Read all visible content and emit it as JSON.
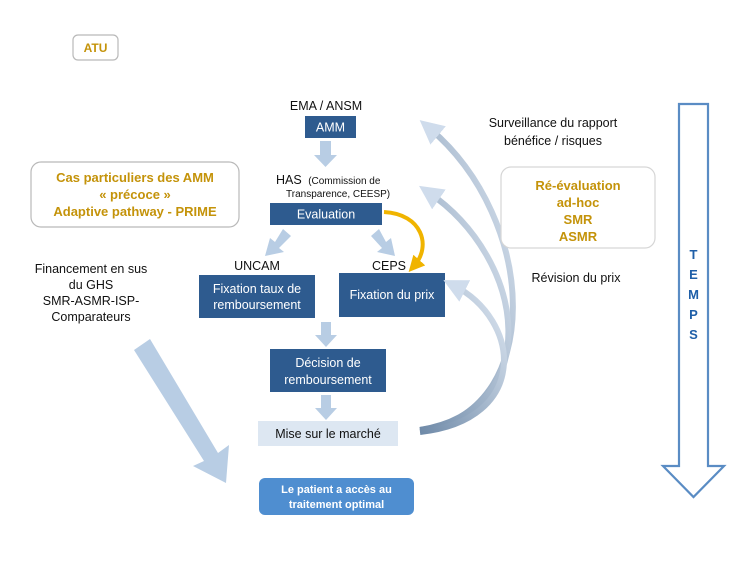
{
  "atu_label": "ATU",
  "special_cases": {
    "line1": "Cas particuliers des AMM",
    "line2": "« précoce »",
    "line3": "Adaptive pathway - PRIME"
  },
  "financing": {
    "line1": "Financement en sus",
    "line2": "du GHS",
    "line3": "SMR-ASMR-ISP-",
    "line4": "Comparateurs"
  },
  "ema": {
    "label": "EMA / ANSM",
    "box": "AMM"
  },
  "has": {
    "label_main": "HAS",
    "label_small_1": "(Commission de",
    "label_small_2": "Transparence, CEESP)",
    "box": "Evaluation"
  },
  "uncam": {
    "label": "UNCAM",
    "box_line1": "Fixation taux de",
    "box_line2": "remboursement"
  },
  "ceps": {
    "label": "CEPS",
    "box": "Fixation du prix"
  },
  "decision": {
    "line1": "Décision de",
    "line2": "remboursement"
  },
  "market": {
    "label": "Mise sur le marché"
  },
  "patient": {
    "line1": "Le patient a accès au",
    "line2": "traitement optimal"
  },
  "surveillance": {
    "line1": "Surveillance du rapport",
    "line2": "bénéfice / risques"
  },
  "reevaluation": {
    "line1": "Ré-évaluation",
    "line2": "ad-hoc",
    "line3": "SMR",
    "line4": "ASMR"
  },
  "price_revision": "Révision du prix",
  "time_letters": [
    "T",
    "E",
    "M",
    "P",
    "S"
  ],
  "colors": {
    "dark_blue": "#2e5b8f",
    "light_arrow": "#b8cde4",
    "gold": "#c4930a",
    "orange_arrow": "#f0b400",
    "patient_blue": "#4f8ed0",
    "market_bg": "#dde7f2",
    "time_arrow": "#5a8cc4"
  }
}
